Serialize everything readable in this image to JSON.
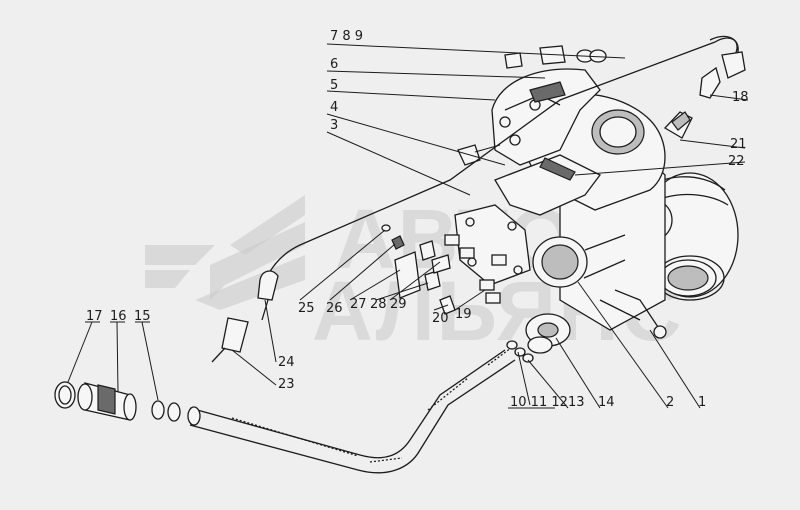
{
  "watermark": {
    "line1": "АВТО",
    "line2": "АЛЬЯНС"
  },
  "callouts": [
    {
      "id": "7-8-9",
      "text": "7 8 9"
    },
    {
      "id": "6",
      "text": "6"
    },
    {
      "id": "5",
      "text": "5"
    },
    {
      "id": "4",
      "text": "4"
    },
    {
      "id": "3",
      "text": "3"
    },
    {
      "id": "18",
      "text": "18"
    },
    {
      "id": "21",
      "text": "21"
    },
    {
      "id": "22",
      "text": "22"
    },
    {
      "id": "25",
      "text": "25"
    },
    {
      "id": "26",
      "text": "26"
    },
    {
      "id": "27",
      "text": "27"
    },
    {
      "id": "28",
      "text": "28"
    },
    {
      "id": "29",
      "text": "29"
    },
    {
      "id": "20",
      "text": "20"
    },
    {
      "id": "19",
      "text": "19"
    },
    {
      "id": "24",
      "text": "24"
    },
    {
      "id": "23",
      "text": "23"
    },
    {
      "id": "17",
      "text": "17"
    },
    {
      "id": "16",
      "text": "16"
    },
    {
      "id": "15",
      "text": "15"
    },
    {
      "id": "10-11-12",
      "text": "10 11 12"
    },
    {
      "id": "13",
      "text": "13"
    },
    {
      "id": "14",
      "text": "14"
    },
    {
      "id": "2",
      "text": "2"
    },
    {
      "id": "1",
      "text": "1"
    }
  ]
}
